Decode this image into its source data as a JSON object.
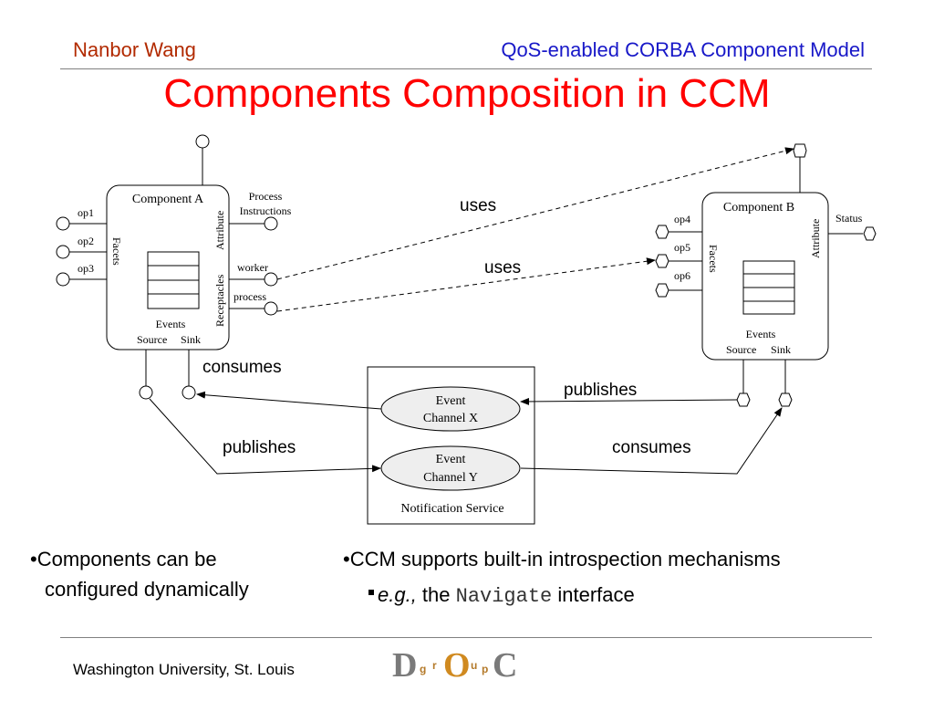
{
  "header": {
    "author": "Nanbor Wang",
    "talk": "QoS-enabled CORBA Component Model",
    "title": "Components Composition in CCM"
  },
  "colors": {
    "author": "#b22a00",
    "talk": "#1818c8",
    "title": "#ff0000"
  },
  "diagram": {
    "component_a": {
      "name": "Component A",
      "facets_label": "Facets",
      "facets": [
        "op1",
        "op2",
        "op3"
      ],
      "attribute_label": "Attribute",
      "attribute_port_label": [
        "Process",
        "Instructions"
      ],
      "receptacles_label": "Receptacles",
      "receptacles": [
        "worker",
        "process"
      ],
      "events_label": "Events",
      "source_label": "Source",
      "sink_label": "Sink"
    },
    "component_b": {
      "name": "Component B",
      "facets_label": "Facets",
      "facets": [
        "op4",
        "op5",
        "op6"
      ],
      "attribute_label": "Attribute",
      "attribute_port_label": "Status",
      "events_label": "Events",
      "source_label": "Source",
      "sink_label": "Sink"
    },
    "notification_service": {
      "label": "Notification Service",
      "channel_x": [
        "Event",
        "Channel X"
      ],
      "channel_y": [
        "Event",
        "Channel Y"
      ]
    },
    "relations": {
      "uses_top": "uses",
      "uses_bottom": "uses",
      "consumes_a": "consumes",
      "publishes_b": "publishes",
      "publishes_a": "publishes",
      "consumes_b": "consumes"
    }
  },
  "bullets": {
    "left": [
      "Components can be",
      "configured dynamically"
    ],
    "right_main": "CCM supports built-in introspection mechanisms",
    "right_sub_italic": "e.g.,",
    "right_sub_plain": " the ",
    "right_sub_code": "Navigate",
    "right_sub_end": " interface"
  },
  "footer": {
    "institution": "Washington University, St. Louis",
    "logo_letters": [
      "D",
      "O",
      "C"
    ],
    "logo_small_letters": [
      "g",
      "r",
      "u",
      "p"
    ]
  }
}
